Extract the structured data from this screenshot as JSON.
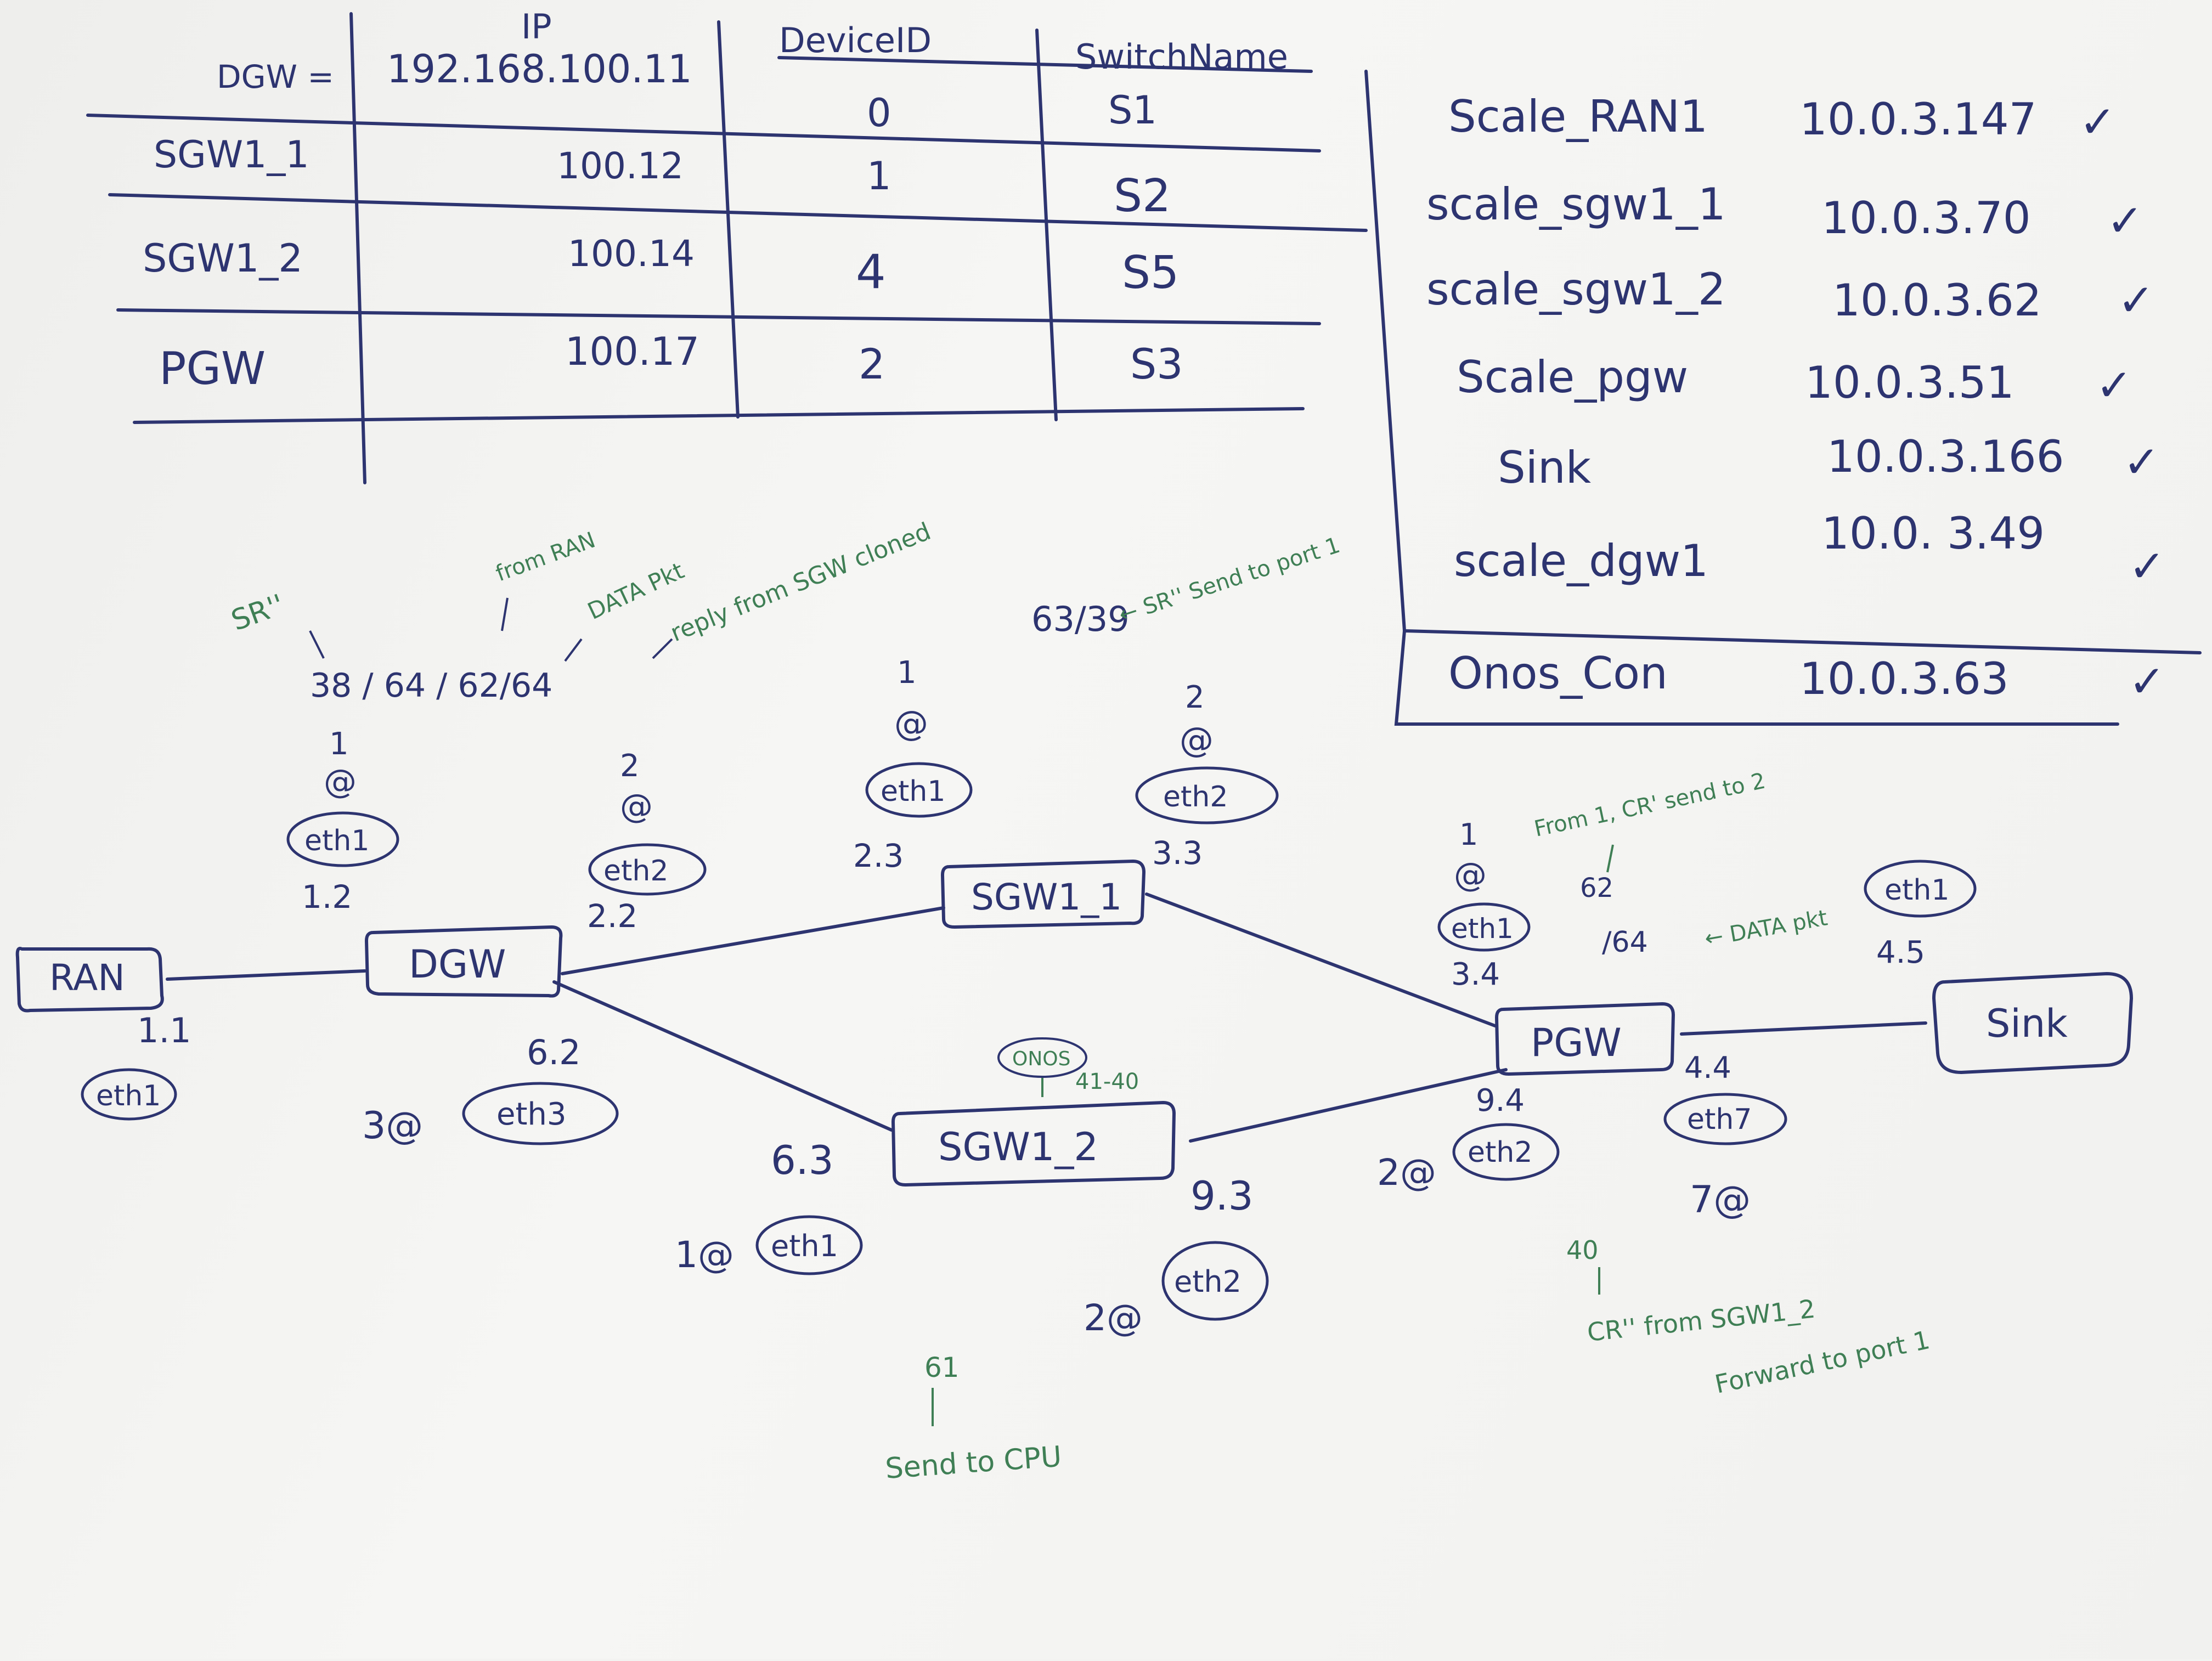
{
  "colors": {
    "ink": "#2d3470",
    "green_ink": "#3f7f55",
    "paper": "#f3f3f1"
  },
  "ip_table": {
    "headers": {
      "ip": "IP",
      "device_id": "DeviceID",
      "switch_name": "SwitchName"
    },
    "rows": [
      {
        "label": "DGW =",
        "ip": "192.168.100.11",
        "device_id": "0",
        "switch": "S1"
      },
      {
        "label": "SGW1_1",
        "ip": "100.12",
        "device_id": "1",
        "switch": "S2"
      },
      {
        "label": "SGW1_2",
        "ip": "100.14",
        "device_id": "4",
        "switch": "S5"
      },
      {
        "label": "PGW",
        "ip": "100.17",
        "device_id": "2",
        "switch": "S3"
      }
    ]
  },
  "scale_table": {
    "rows": [
      {
        "name": "Scale_RAN1",
        "ip": "10.0.3.147",
        "check": "✓"
      },
      {
        "name": "scale_sgw1_1",
        "ip": "10.0.3.70",
        "check": "✓"
      },
      {
        "name": "scale_sgw1_2",
        "ip": "10.0.3.62",
        "check": "✓"
      },
      {
        "name": "Scale_pgw",
        "ip": "10.0.3.51",
        "check": "✓"
      },
      {
        "name": "Sink",
        "ip": "10.0.3.166",
        "check": "✓"
      },
      {
        "name": "scale_dgw1",
        "ip": "10.0. 3.49",
        "check": "✓"
      }
    ],
    "footer": {
      "name": "Onos_Con",
      "ip": "10.0.3.63",
      "check": "✓"
    }
  },
  "nodes": {
    "ran": "RAN",
    "dgw": "DGW",
    "sgw1_1": "SGW1_1",
    "sgw1_2": "SGW1_2",
    "pgw": "PGW",
    "sink": "Sink"
  },
  "ports": {
    "ran_ip": "1.1",
    "ran_eth": "eth1",
    "dgw_p1_num": "1",
    "dgw_p1_at": "@",
    "dgw_p1_eth": "eth1",
    "dgw_p1_ip": "1.2",
    "dgw_p2_num": "2",
    "dgw_p2_at": "@",
    "dgw_p2_eth": "eth2",
    "dgw_p2_ip": "2.2",
    "dgw_p3_ip": "6.2",
    "dgw_p3_num": "3@",
    "dgw_p3_eth": "eth3",
    "sgw11_p1_num": "1",
    "sgw11_p1_at": "@",
    "sgw11_p1_eth": "eth1",
    "sgw11_p1_ip": "2.3",
    "sgw11_p2_num": "2",
    "sgw11_p2_at": "@",
    "sgw11_p2_eth": "eth2",
    "sgw11_p2_ip": "3.3",
    "sgw12_p1_ip": "6.3",
    "sgw12_p1_num": "1@",
    "sgw12_p1_eth": "eth1",
    "sgw12_p2_ip": "9.3",
    "sgw12_p2_num": "2@",
    "sgw12_p2_eth": "eth2",
    "pgw_p1_num": "1",
    "pgw_p1_at": "@",
    "pgw_p1_eth": "eth1",
    "pgw_p1_ip": "3.4",
    "pgw_p2_ip": "9.4",
    "pgw_p2_num": "2@",
    "pgw_p2_eth": "eth2",
    "pgw_p7_ip": "4.4",
    "pgw_p7_eth": "eth7",
    "pgw_p7_num": "7@",
    "sink_eth": "eth1",
    "sink_ip": "4.5"
  },
  "annotations": {
    "dgw_counts": "38 / 64 / 62/64",
    "sr": "SR''",
    "from_ran": "from RAN",
    "data_pkt": "DATA Pkt",
    "reply": "reply from SGW cloned",
    "sgw11_counts": "63/39",
    "sgw11_note": "← SR'' Send to port 1",
    "onos": "ONOS",
    "sgw12_counts": "41-40",
    "pgw_from": "From 1, CR' send to 2",
    "pgw_counts_1": "62",
    "pgw_counts_2": "/64",
    "pgw_data": "← DATA pkt",
    "pgw_bottom_count": "40",
    "pgw_bottom_note_1": "CR'' from SGW1_2",
    "pgw_bottom_note_2": "Forward to port 1",
    "sgw12_bottom_count": "61",
    "sgw12_bottom_note": "Send to CPU"
  }
}
